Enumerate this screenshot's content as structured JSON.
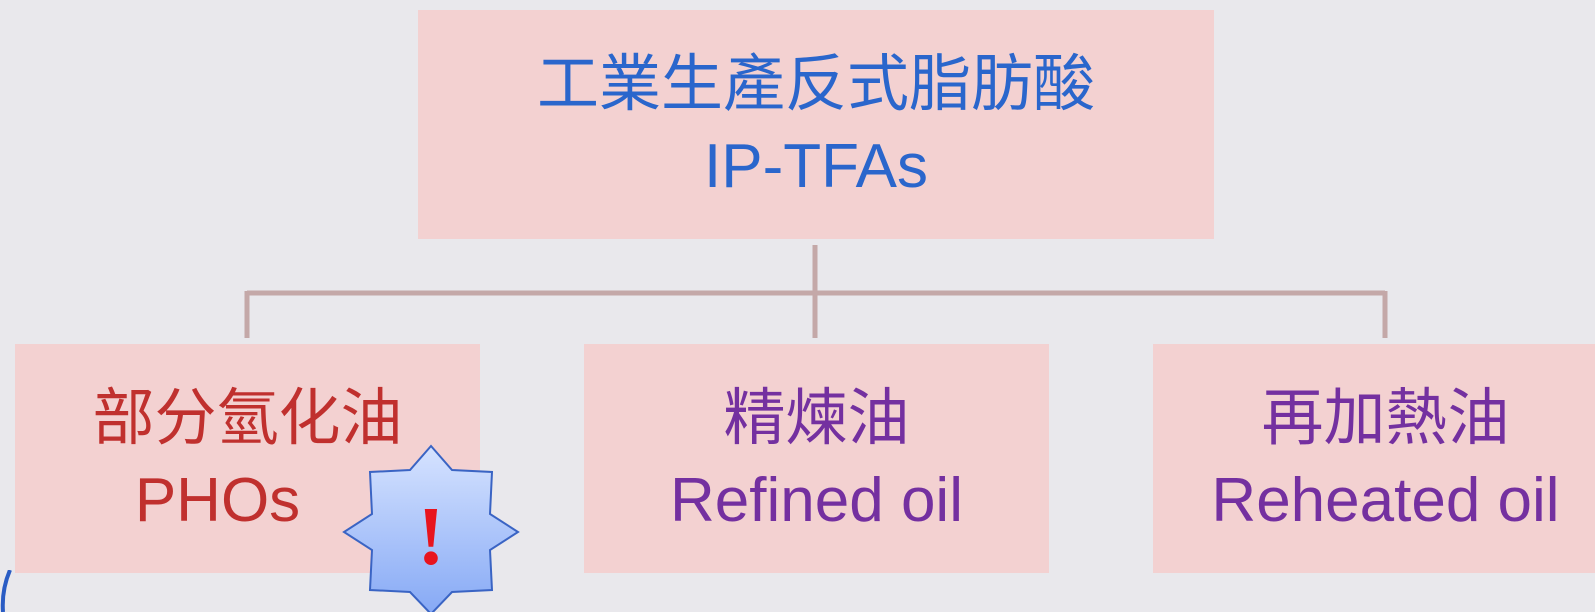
{
  "root": {
    "title_zh": "工業生產反式脂肪酸",
    "title_en": "IP-TFAs"
  },
  "children": [
    {
      "label_zh": "部分氫化油",
      "label_en": "PHOs"
    },
    {
      "label_zh": "精煉油",
      "label_en": "Refined oil"
    },
    {
      "label_zh": "再加熱油",
      "label_en": "Reheated oil"
    }
  ],
  "warning_badge": {
    "symbol": "!",
    "icon": "exclamation-star-icon"
  },
  "colors": {
    "background": "#e9e8ec",
    "box_fill": "#f3d1d1",
    "connector": "#c4a8a8",
    "root_text": "#2a66cc",
    "phos_text": "#c0302e",
    "oil_text": "#7430a0",
    "badge_fill": "#a9c4fb",
    "badge_stroke": "#3a64c4",
    "badge_symbol": "#e8141e"
  }
}
